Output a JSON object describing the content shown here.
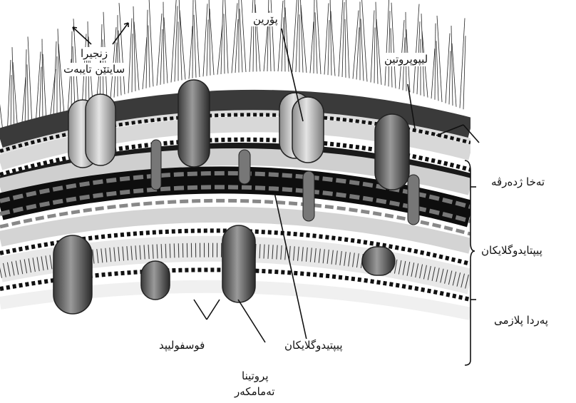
{
  "labels": {
    "specific_chains": [
      "زنجیرا",
      "سایتێن تایبەت"
    ],
    "porin": "پۆرین",
    "lipoprotein": "لیپوپروتین",
    "outer_membrane": "تەخا ژدەرڤە",
    "peptidoglycan_layer": "پیپتایدوگلایکان",
    "plasma_membrane": "پەردا پلازمی",
    "phospholipid": "فوسفولیپد",
    "peptidoglycan": "پیپتیدوگلایکان",
    "membrane_protein": [
      "پروتینا",
      "تەمامکەر"
    ]
  },
  "colors": {
    "background": "#ffffff",
    "ink": "#111111",
    "band_dark": "#1c1c1c",
    "band_light": "#cfcfcf",
    "protein_dark": "#6e6e6e",
    "protein_light": "#b4b4b4"
  }
}
